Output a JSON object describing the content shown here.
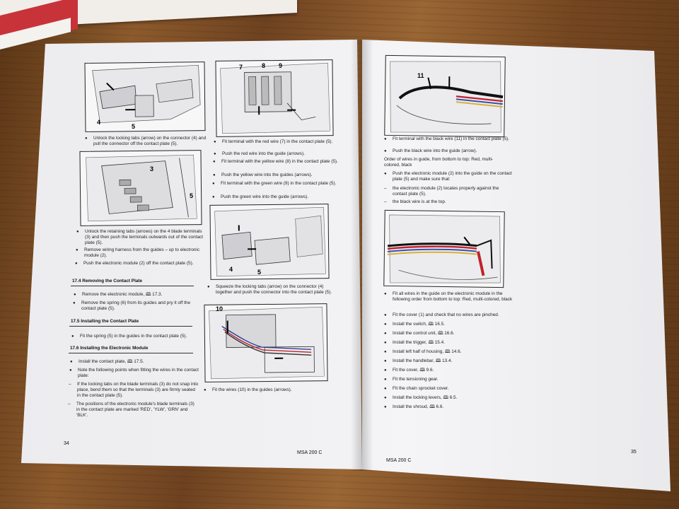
{
  "left_page": {
    "caption_fig1": "Unlock the locking tabs (arrow) on the connector (4) and pull the connector off the contact plate (5).",
    "fig1_labels": [
      "4",
      "5"
    ],
    "fig2_labels": [
      "3",
      "5"
    ],
    "bullets_fig2": [
      "Unlock the retaining tabs (arrows) on the 4 blade terminals (3) and then push the terminals outwards out of the contact plate (5).",
      "Remove wiring harness from the guides – up to electronic module (2).",
      "Push the electronic module (2) off the contact plate (5)."
    ],
    "section_17_4": "17.4   Removing the Contact Plate",
    "bullets_17_4": [
      "Remove the electronic module, 🕮 17.3.",
      "Remove the spring (6) from its guides and pry it off the contact plate (5)."
    ],
    "section_17_5": "17.5   Installing the Contact Plate",
    "bullets_17_5": [
      "Fit the spring (5) in the guides in the contact plate (5)."
    ],
    "section_17_6": "17.6   Installing the Electronic Module",
    "bullets_17_6": [
      "Install the contact plate, 🕮 17.5.",
      "Note the following points when fitting the wires in the contact plate:"
    ],
    "dashes_17_6": [
      "If the locking tabs on the blade terminals (3) do not snap into place, bend them so that the terminals (3) are firmly seated in the contact plate (5).",
      "The positions of the electronic module's blade terminals (3) in the contact plate are marked 'RED', 'YLW', 'GRN' and 'BLK'."
    ],
    "fig3_labels": [
      "7",
      "8",
      "9"
    ],
    "bullets_fig3": [
      "Fit terminal with the red wire (7) in the contact plate (5).",
      "Push the red wire into the guide (arrows).",
      "Fit terminal with the yellow wire (8) in the contact plate (5).",
      "Push the yellow wire into the guides (arrows).",
      "Fit terminal with the green wire (9) in the contact plate (5).",
      "Push the green wire into the guide (arrows)."
    ],
    "fig4_labels": [
      "4",
      "5"
    ],
    "bullets_fig4": [
      "Squeeze the locking tabs (arrow) on the connector (4) together and push the connector into the contact plate (5)."
    ],
    "fig5_labels": [
      "10"
    ],
    "bullets_fig5": [
      "Fit the wires (10) in the guides (arrows)."
    ],
    "page_number": "34",
    "footer_model": "MSA 200 C"
  },
  "right_page": {
    "fig6_labels": [
      "11"
    ],
    "bullets_fig6": [
      "Fit terminal with the black wire (11) in the contact plate (5).",
      "Push the black wire into the guide (arrow)."
    ],
    "order_text": "Order of wires in guide, from bottom to top: Red, multi-colored, black",
    "bullets_order": [
      "Push the electronic module (2) into the guide on the contact plate (5) and make sure that:"
    ],
    "dashes_order": [
      "the electronic module (2) locates properly against the contact plate (5).",
      "the black wire is at the top."
    ],
    "bullets_fig7": [
      "Fit all wires in the guide on the electronic module in the following order from bottom to top: Red, multi-colored, black",
      "Fit the cover (1) and check that no wires are pinched.",
      "Install the switch, 🕮 16.5.",
      "Install the control unit, 🕮 16.6.",
      "Install the trigger, 🕮 15.4.",
      "Install left half of housing, 🕮 14.6.",
      "Install the handlebar, 🕮 13.4.",
      "Fit the cover, 🕮 9.6.",
      "Fit the tensioning gear.",
      "Fit the chain sprocket cover.",
      "Install the locking levers, 🕮 6.5.",
      "Install the shroud, 🕮 6.6."
    ],
    "page_number": "35",
    "footer_model": "MSA 200 C"
  },
  "colors": {
    "table_wood": "#8c5a2c",
    "paper": "#f2f2f4",
    "red_wire": "#c0222a",
    "black_wire": "#111111",
    "multi_wire_blue": "#3a4fb0",
    "multi_wire_yellow": "#d7b13a"
  }
}
